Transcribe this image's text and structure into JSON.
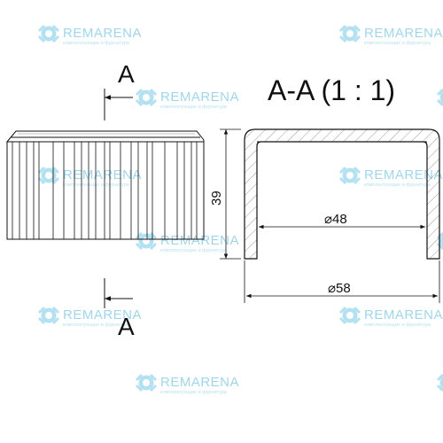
{
  "watermark": {
    "brand": "REMARENA",
    "tagline": "комплектующие и фурнитура",
    "color": "#8fd0e8"
  },
  "section": {
    "title": "A-A (1 : 1)",
    "top_marker": "A",
    "bottom_marker": "A"
  },
  "dimensions": {
    "height": "39",
    "inner_diameter": "⌀48",
    "outer_diameter": "⌀58"
  }
}
